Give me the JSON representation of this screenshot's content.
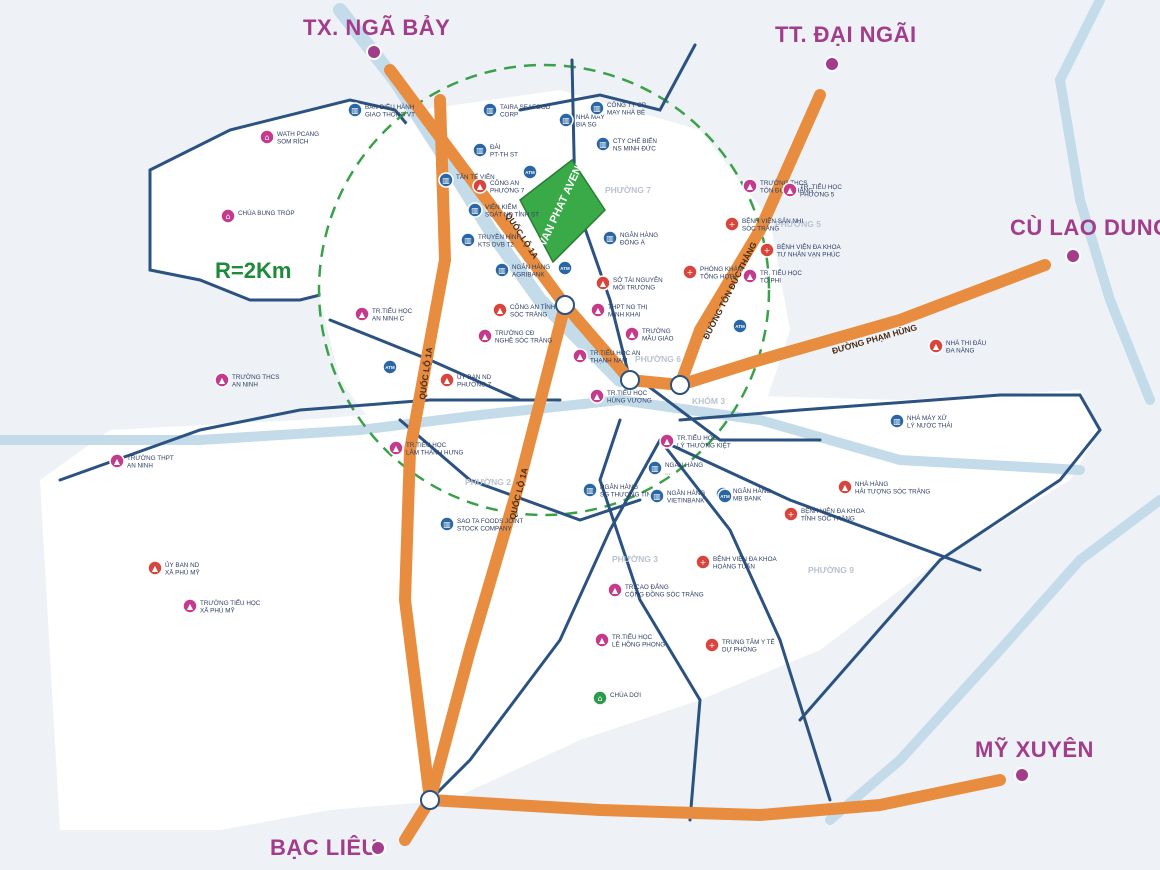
{
  "colors": {
    "background": "#eef2f7",
    "district_fill": "#ffffff",
    "river": "#c4dbea",
    "main_road": "#e88d3f",
    "secondary_road": "#2b5280",
    "radius_circle": "#3aa14a",
    "city_label": "#a13d8a",
    "poi_blue": "#2a66a3",
    "poi_magenta": "#c43a8c",
    "poi_red": "#d8453d",
    "poi_green": "#2a9b4a",
    "project": "#3aaa48"
  },
  "radius_label": "R=2Km",
  "project": {
    "label": "VAN PHAT AVENUE"
  },
  "cities": [
    {
      "id": "nga-bay",
      "label": "TX. NGÃ BẢY"
    },
    {
      "id": "dai-ngai",
      "label": "TT. ĐẠI NGÃI"
    },
    {
      "id": "cu-lao-dung",
      "label": "CÙ LAO DUNG"
    },
    {
      "id": "my-xuyen",
      "label": "MỸ XUYÊN"
    },
    {
      "id": "bac-lieu",
      "label": "BẠC LIÊU"
    }
  ],
  "road_labels": [
    {
      "id": "ql1a-north",
      "label": "QUỐC LỘ 1A"
    },
    {
      "id": "ql1a-west",
      "label": "QUỐC LỘ 1A"
    },
    {
      "id": "ql1a-south",
      "label": "QUỐC LỘ 1A"
    },
    {
      "id": "ton-duc-thang",
      "label": "ĐƯỜNG TÔN ĐỨC THẮNG"
    },
    {
      "id": "pham-hung",
      "label": "ĐƯỜNG PHẠM HÙNG"
    }
  ],
  "wards": [
    {
      "id": "phuong-7",
      "label": "PHƯỜNG 7"
    },
    {
      "id": "phuong-5",
      "label": "PHƯỜNG 5"
    },
    {
      "id": "phuong-6",
      "label": "PHƯỜNG 6"
    },
    {
      "id": "khom-3",
      "label": "KHÓM 3"
    },
    {
      "id": "phuong-2",
      "label": "PHƯỜNG 2"
    },
    {
      "id": "phuong-3",
      "label": "PHƯỜNG 3"
    },
    {
      "id": "phuong-9",
      "label": "PHƯỜNG 9"
    }
  ],
  "pois": [
    {
      "id": "ban-dieu-hanh",
      "type": "bank",
      "lines": [
        "BAN ĐIỀU HÀNH",
        "GIAO THÔNG VT"
      ]
    },
    {
      "id": "wath-pcang",
      "type": "pagoda",
      "lines": [
        "WATH PCANG",
        "SOM RÍCH"
      ]
    },
    {
      "id": "chua-bung-trop",
      "type": "pagoda",
      "lines": [
        "CHÙA BUNG TRÓP"
      ]
    },
    {
      "id": "th-an-ninh",
      "type": "school",
      "lines": [
        "TR.TIỂU HỌC",
        "AN NINH C"
      ]
    },
    {
      "id": "thcs-an-ninh",
      "type": "school",
      "lines": [
        "TRƯỜNG THCS",
        "AN NINH"
      ]
    },
    {
      "id": "thpt-an-ninh",
      "type": "school",
      "lines": [
        "TRƯỜNG THPT",
        "AN NINH"
      ]
    },
    {
      "id": "ubnd-xa-phu-my",
      "type": "gov",
      "lines": [
        "ỦY BAN ND",
        "XÃ PHÚ MỸ"
      ]
    },
    {
      "id": "th-xa-phu-my",
      "type": "school",
      "lines": [
        "TRƯỜNG TIỂU HỌC",
        "XÃ PHÚ MỸ"
      ]
    },
    {
      "id": "taira-seafood",
      "type": "bank",
      "lines": [
        "TAIRA SEAFOOD",
        "CORP"
      ]
    },
    {
      "id": "dai-ptth",
      "type": "bank",
      "lines": [
        "ĐÀI",
        "PT-TH ST"
      ]
    },
    {
      "id": "tan-te-vien",
      "type": "bank",
      "lines": [
        "TÂN TẾ VIÊN"
      ]
    },
    {
      "id": "vien-kiem-soat",
      "type": "bank",
      "lines": [
        "VIỆN KIỂM",
        "SOÁT ND TỈNH ST"
      ]
    },
    {
      "id": "truyen-hinh",
      "type": "bank",
      "lines": [
        "TRUYỀN HÌNH",
        "KTS DVB T2"
      ]
    },
    {
      "id": "agribank",
      "type": "bank",
      "lines": [
        "NGÂN HÀNG",
        "AGRIBANK"
      ]
    },
    {
      "id": "cong-an-tinh",
      "type": "gov",
      "lines": [
        "CÔNG AN TỈNH",
        "SÓC TRĂNG"
      ]
    },
    {
      "id": "cd-nghe",
      "type": "school",
      "lines": [
        "TRƯỜNG CĐ",
        "NGHỀ SÓC TRĂNG"
      ]
    },
    {
      "id": "cong-an-p7",
      "type": "gov",
      "lines": [
        "CÔNG AN",
        "PHƯỜNG 7"
      ]
    },
    {
      "id": "ubnd-p7",
      "type": "gov",
      "lines": [
        "ỦY BAN ND",
        "PHƯỜNG 7"
      ]
    },
    {
      "id": "th-lam-thanh-hung",
      "type": "school",
      "lines": [
        "TR.TIỂU HỌC",
        "LÂM THÀNH HƯNG"
      ]
    },
    {
      "id": "sao-ta-foods",
      "type": "bank",
      "lines": [
        "SAO TA FOODS JOINT",
        "STOCK COMPANY"
      ]
    },
    {
      "id": "may-bia-sg",
      "type": "bank",
      "lines": [
        "NHÀ MÁY",
        "BIA SG"
      ]
    },
    {
      "id": "cty-may-nha-be",
      "type": "bank",
      "lines": [
        "CÔNG TY CP",
        "MAY NHÀ BÈ"
      ]
    },
    {
      "id": "cty-che-bien",
      "type": "bank",
      "lines": [
        "CTY CHẾ BIẾN",
        "NS MINH ĐỨC"
      ]
    },
    {
      "id": "ngan-hang-a",
      "type": "bank",
      "lines": [
        "NGÂN HÀNG",
        "ĐÔNG Á"
      ]
    },
    {
      "id": "so-tai-nguyen",
      "type": "gov",
      "lines": [
        "SỞ TÀI NGUYÊN",
        "MÔI TRƯỜNG"
      ]
    },
    {
      "id": "thpt-ng-thi",
      "type": "school",
      "lines": [
        "THPT NG THỊ",
        "MINH KHAI"
      ]
    },
    {
      "id": "truong-mau-giao",
      "type": "school",
      "lines": [
        "TRƯỜNG",
        "MẪU GIÁO"
      ]
    },
    {
      "id": "th-an-thanh-nam",
      "type": "school",
      "lines": [
        "TR.TIỂU HỌC AN",
        "THẠNH NAM"
      ]
    },
    {
      "id": "th-hung-vuong",
      "type": "school",
      "lines": [
        "TR.TIỂU HỌC",
        "HÙNG VƯƠNG"
      ]
    },
    {
      "id": "thcs-ton-duc-thang",
      "type": "school",
      "lines": [
        "TRƯỜNG THCS",
        "TÔN ĐỨC THẮNG"
      ]
    },
    {
      "id": "th-phuong-5",
      "type": "school",
      "lines": [
        "TR. TIỂU HỌC",
        "PHƯỜNG 5"
      ]
    },
    {
      "id": "bv-san-nhi",
      "type": "hospital",
      "lines": [
        "BỆNH VIỆN SẢN NHI",
        "SÓC TRĂNG"
      ]
    },
    {
      "id": "bv-tu-nhan",
      "type": "hospital",
      "lines": [
        "BỆNH VIỆN ĐA KHOA",
        "TƯ NHÂN VẠN PHÚC"
      ]
    },
    {
      "id": "phong-kham",
      "type": "hospital",
      "lines": [
        "PHÒNG KHÁM",
        "TỔNG HỢP"
      ]
    },
    {
      "id": "th-to-phi",
      "type": "school",
      "lines": [
        "TR. TIỂU HỌC",
        "TÔ PHI"
      ]
    },
    {
      "id": "nha-thi-dau",
      "type": "gov",
      "lines": [
        "NHÀ THI ĐẤU",
        "ĐA NĂNG"
      ]
    },
    {
      "id": "th-ly-thuong-kiet",
      "type": "school",
      "lines": [
        "TR.TIỂU HỌC",
        "LÝ THƯỜNG KIỆT"
      ]
    },
    {
      "id": "ngan-hang-p3",
      "type": "bank",
      "lines": [
        "NGÂN HÀNG",
        "..."
      ]
    },
    {
      "id": "nh-mb-bank",
      "type": "bank",
      "lines": [
        "NGÂN HÀNG",
        "MB BANK"
      ]
    },
    {
      "id": "nh-thuong-tin",
      "type": "bank",
      "lines": [
        "NGÂN HÀNG",
        "SG THƯƠNG TÍN"
      ]
    },
    {
      "id": "vietinbank",
      "type": "bank",
      "lines": [
        "NGÂN HÀNG",
        "VIETINBANK"
      ]
    },
    {
      "id": "nha-may-xu-ly",
      "type": "bank",
      "lines": [
        "NHÀ MÁY XỬ",
        "LÝ NƯỚC THẢI"
      ]
    },
    {
      "id": "nha-hang-hai-tung",
      "type": "gov",
      "lines": [
        "NHÀ HÀNG",
        "HẢI TƯỢNG SÓC TRĂNG"
      ]
    },
    {
      "id": "bv-da-khoa-tinh",
      "type": "hospital",
      "lines": [
        "BỆNH VIỆN ĐA KHOA",
        "TỈNH SÓC TRĂNG"
      ]
    },
    {
      "id": "cd-cong-dong",
      "type": "school",
      "lines": [
        "TR.CAO ĐẲNG",
        "CỘNG ĐỒNG SÓC TRĂNG"
      ]
    },
    {
      "id": "bv-hoang-tuan",
      "type": "hospital",
      "lines": [
        "BỆNH VIỆN ĐA KHOA",
        "HOÀNG TUẤN"
      ]
    },
    {
      "id": "th-le-hong-phong",
      "type": "school",
      "lines": [
        "TR.TIỂU HỌC",
        "LÊ HỒNG PHONG"
      ]
    },
    {
      "id": "trung-tam-y-te",
      "type": "hospital",
      "lines": [
        "TRUNG TÂM Y TẾ",
        "DỰ PHÒNG"
      ]
    },
    {
      "id": "chua-doi",
      "type": "pagoda",
      "lines": [
        "CHÙA DƠI"
      ]
    }
  ],
  "atm_label": "ATM"
}
